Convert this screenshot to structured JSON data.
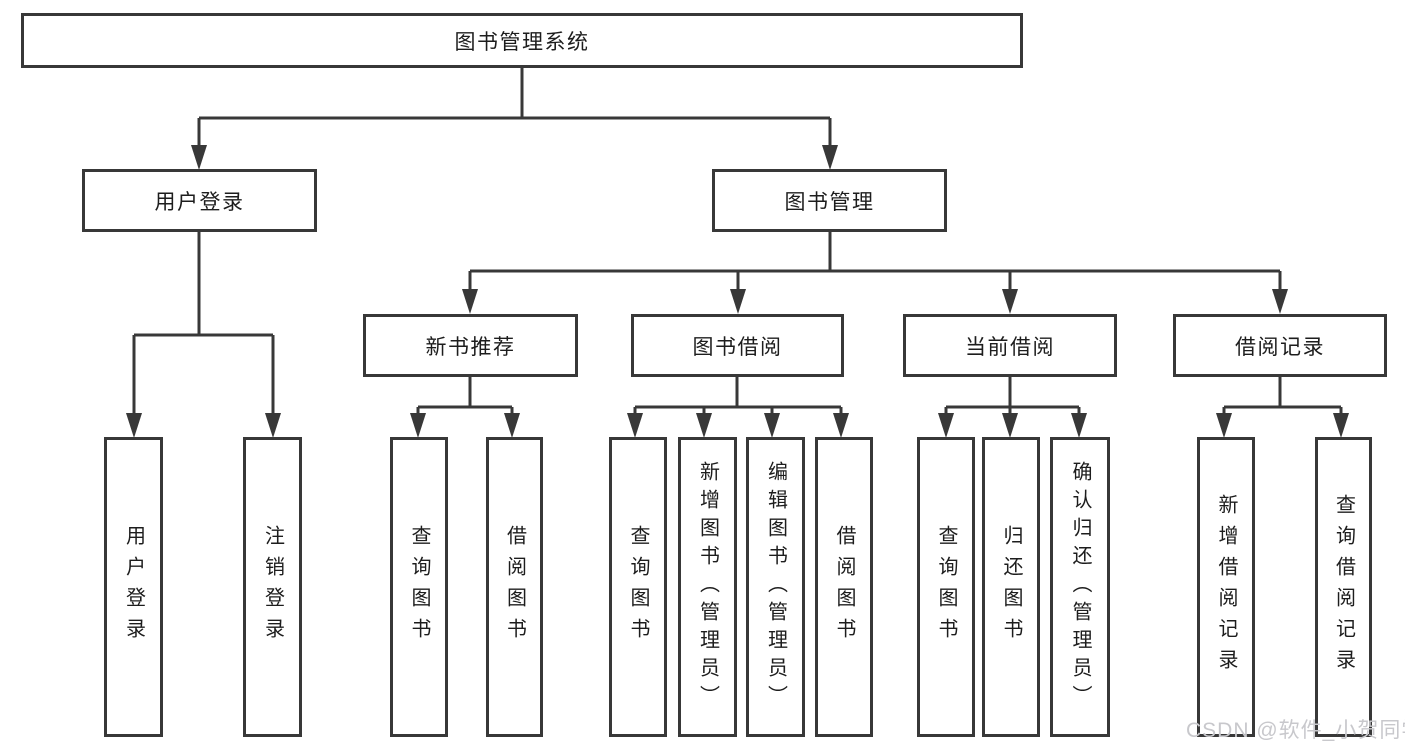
{
  "diagram": {
    "root": "图书管理系统",
    "level2": {
      "user_login": "用户登录",
      "book_management": "图书管理"
    },
    "level3": {
      "new_book": "新书推荐",
      "book_borrow": "图书借阅",
      "current_borrow": "当前借阅",
      "borrow_records": "借阅记录"
    },
    "leaves": {
      "user_login": "用户登录",
      "logout": "注销登录",
      "new_query_book": "查询图书",
      "new_borrow_book": "借阅图书",
      "bb_query_book": "查询图书",
      "bb_add_book": "新增图书（管理员）",
      "bb_edit_book": "编辑图书（管理员）",
      "bb_borrow_book": "借阅图书",
      "cb_query_book": "查询图书",
      "cb_return_book": "归还图书",
      "cb_confirm_return": "确认归还（管理员）",
      "br_add_record": "新增借阅记录",
      "br_query_record": "查询借阅记录"
    },
    "watermark": "CSDN @软件_小贺同学",
    "colors": {
      "line": "#383838",
      "text": "#1d1d1d",
      "background": "#ffffff",
      "watermark": "#c8c8cc"
    }
  }
}
